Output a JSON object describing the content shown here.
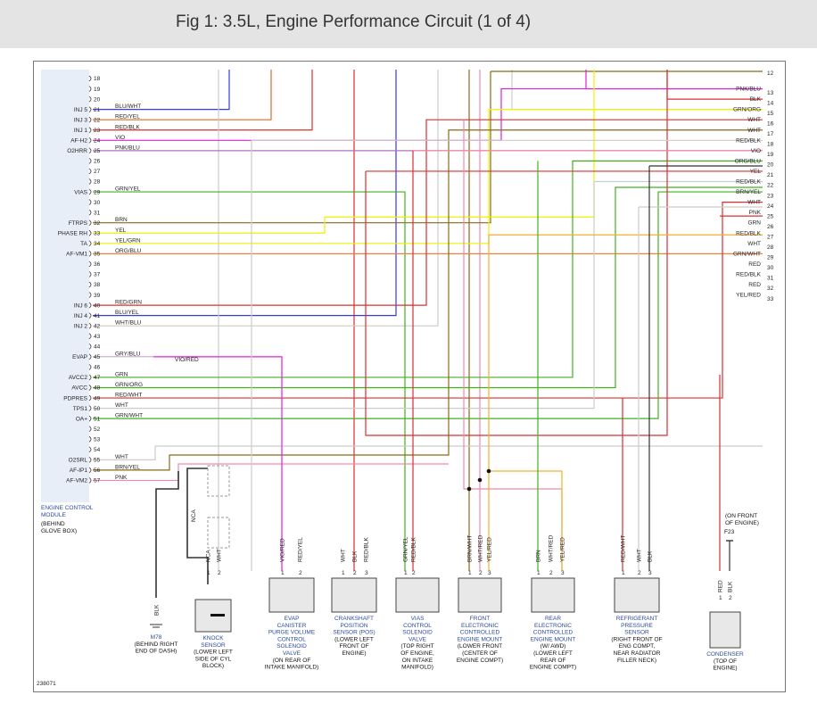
{
  "title": "Fig 1: 3.5L, Engine Performance Circuit (1 of 4)",
  "diagram_id": "238071",
  "ecm": {
    "label_lines": [
      "ENGINE CONTROL",
      "MODULE",
      "(BEHIND",
      "GLOVE BOX)"
    ],
    "pins": [
      {
        "pin": "18"
      },
      {
        "pin": "19"
      },
      {
        "pin": "20"
      },
      {
        "pin": "21",
        "signal": "INJ 5",
        "wire": "BLU/WHT"
      },
      {
        "pin": "22",
        "signal": "INJ 3",
        "wire": "RED/YEL"
      },
      {
        "pin": "23",
        "signal": "INJ 1",
        "wire": "RED/BLK"
      },
      {
        "pin": "24",
        "signal": "AF-H2",
        "wire": "VIO"
      },
      {
        "pin": "25",
        "signal": "O2HRR",
        "wire": "PNK/BLU"
      },
      {
        "pin": "26"
      },
      {
        "pin": "27"
      },
      {
        "pin": "28"
      },
      {
        "pin": "29",
        "signal": "VIAS",
        "wire": "GRN/YEL"
      },
      {
        "pin": "30"
      },
      {
        "pin": "31"
      },
      {
        "pin": "32",
        "signal": "FTRPS",
        "wire": "BRN"
      },
      {
        "pin": "33",
        "signal": "PHASE RH",
        "wire": "YEL"
      },
      {
        "pin": "34",
        "signal": "TA",
        "wire": "YEL/GRN"
      },
      {
        "pin": "35",
        "signal": "AF-VM1",
        "wire": "ORG/BLU"
      },
      {
        "pin": "36"
      },
      {
        "pin": "37"
      },
      {
        "pin": "38"
      },
      {
        "pin": "39"
      },
      {
        "pin": "40",
        "signal": "INJ 6",
        "wire": "RED/GRN"
      },
      {
        "pin": "41",
        "signal": "INJ 4",
        "wire": "BLU/YEL"
      },
      {
        "pin": "42",
        "signal": "INJ 2",
        "wire": "WHT/BLU"
      },
      {
        "pin": "43"
      },
      {
        "pin": "44"
      },
      {
        "pin": "45",
        "signal": "EVAP",
        "wire": "GRY/BLU"
      },
      {
        "pin": "46"
      },
      {
        "pin": "47",
        "signal": "AVCC2",
        "wire": "GRN"
      },
      {
        "pin": "48",
        "signal": "AVCC",
        "wire": "GRN/ORG"
      },
      {
        "pin": "49",
        "signal": "PDPRES",
        "wire": "RED/WHT"
      },
      {
        "pin": "50",
        "signal": "TPS1",
        "wire": "WHT"
      },
      {
        "pin": "51",
        "signal": "OA+",
        "wire": "GRN/WHT"
      },
      {
        "pin": "52"
      },
      {
        "pin": "53"
      },
      {
        "pin": "54"
      },
      {
        "pin": "55",
        "signal": "O2SRL",
        "wire": "WHT"
      },
      {
        "pin": "56",
        "signal": "AF-IP1",
        "wire": "BRN/YEL"
      },
      {
        "pin": "57",
        "signal": "AF-VM2",
        "wire": "PNK"
      }
    ]
  },
  "evap_inline_wire": "VIO/RED",
  "nca_label": "NCA",
  "right_connector": [
    {
      "num": "12",
      "wire": ""
    },
    {
      "num": "13",
      "wire": "PNK/BLU"
    },
    {
      "num": "14",
      "wire": "BLK"
    },
    {
      "num": "15",
      "wire": "GRN/ORG"
    },
    {
      "num": "16",
      "wire": "WHT"
    },
    {
      "num": "17",
      "wire": "WHT"
    },
    {
      "num": "18",
      "wire": "RED/BLK"
    },
    {
      "num": "19",
      "wire": "VIO"
    },
    {
      "num": "20",
      "wire": "ORG/BLU"
    },
    {
      "num": "21",
      "wire": "YEL"
    },
    {
      "num": "22",
      "wire": "RED/BLK"
    },
    {
      "num": "23",
      "wire": "BRN/YEL"
    },
    {
      "num": "24",
      "wire": "WHT"
    },
    {
      "num": "25",
      "wire": "PNK"
    },
    {
      "num": "26",
      "wire": "GRN"
    },
    {
      "num": "27",
      "wire": "RED/BLK"
    },
    {
      "num": "28",
      "wire": "WHT"
    },
    {
      "num": "29",
      "wire": "GRN/WHT"
    },
    {
      "num": "30",
      "wire": "RED"
    },
    {
      "num": "31",
      "wire": "RED/BLK"
    },
    {
      "num": "32",
      "wire": "RED"
    },
    {
      "num": "33",
      "wire": "YEL/RED"
    }
  ],
  "components": [
    {
      "id": "m78",
      "pins": [
        "BLK"
      ],
      "lines": [
        "M78",
        "(BEHIND RIGHT",
        "END OF DASH)"
      ]
    },
    {
      "id": "knock",
      "pins": [
        "NCA",
        "WHT"
      ],
      "lines": [
        "KNOCK",
        "SENSOR",
        "(LOWER LEFT",
        "SIDE OF CYL",
        "BLOCK)"
      ]
    },
    {
      "id": "evap",
      "pins": [
        "VIO/RED",
        "RED/YEL"
      ],
      "lines": [
        "EVAP",
        "CANISTER",
        "PURGE VOLUME",
        "CONTROL",
        "SOLENOID",
        "VALVE",
        "(ON REAR OF",
        "INTAKE MANIFOLD)"
      ]
    },
    {
      "id": "crank",
      "pins": [
        "WHT",
        "BLK",
        "RED/BLK"
      ],
      "lines": [
        "CRANKSHAFT",
        "POSITION",
        "SENSOR (POS)",
        "(LOWER LEFT",
        "FRONT OF",
        "ENGINE)"
      ]
    },
    {
      "id": "vias",
      "pins": [
        "GRN/YEL",
        "RED/BLK"
      ],
      "lines": [
        "VIAS",
        "CONTROL",
        "SOLENOID",
        "VALVE",
        "(TOP RIGHT",
        "OF ENGINE,",
        "ON INTAKE",
        "MANIFOLD)"
      ]
    },
    {
      "id": "frontmount",
      "pins": [
        "BRN/WHT",
        "WHT/RED",
        "YEL/RED"
      ],
      "lines": [
        "FRONT",
        "ELECTRONIC",
        "CONTROLLED",
        "ENGINE MOUNT",
        "(LOWER FRONT",
        "(CENTER OF",
        "ENGINE COMPT)"
      ]
    },
    {
      "id": "rearmount",
      "pins": [
        "BRN",
        "WHT/RED",
        "YEL/RED"
      ],
      "lines": [
        "REAR",
        "ELECTRONIC",
        "CONTROLLED",
        "ENGINE MOUNT",
        "(W/ AWD)",
        "(LOWER LEFT",
        "REAR OF",
        "ENGINE COMPT)"
      ]
    },
    {
      "id": "refrig",
      "pins": [
        "RED/WHT",
        "WHT",
        "BLK"
      ],
      "lines": [
        "REFRIGERANT",
        "PRESSURE",
        "SENSOR",
        "(RIGHT FRONT OF",
        "ENG COMPT,",
        "NEAR RADIATOR",
        "FILLER NECK)"
      ]
    },
    {
      "id": "condenser",
      "pins": [
        "RED",
        "BLK"
      ],
      "lines": [
        "CONDENSER",
        "(TOP OF",
        "ENGINE)"
      ]
    }
  ],
  "f23": {
    "id": "F23",
    "lines": [
      "(ON FRONT",
      "OF ENGINE)"
    ]
  },
  "colors": {
    "blu": "#3a3ad8",
    "red": "#d83030",
    "orange": "#e06a20",
    "vio": "#e020e0",
    "pnk": "#f08aa8",
    "grn": "#40b020",
    "yel": "#f0f000",
    "brn": "#8a6a1a",
    "wht": "#cccccc",
    "blk": "#333333",
    "org": "#f08040",
    "gold": "#f0b030",
    "pnkblu": "#b070c0"
  }
}
